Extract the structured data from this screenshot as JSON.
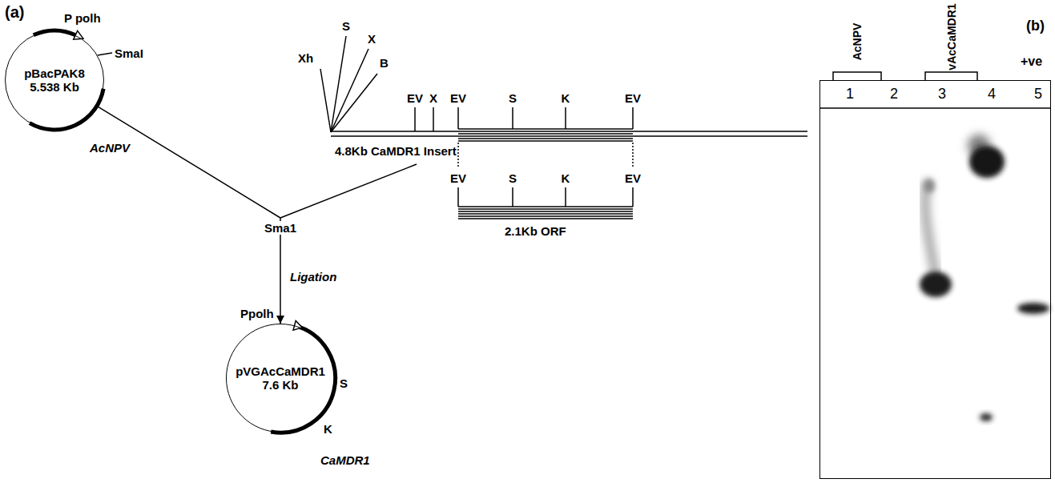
{
  "diagram": {
    "nodes": [
      {
        "text": [
          "pBacPAK8 5.538 Kb"
        ]
      },
      {
        "text": [
          "pVGAcCaMDR1 7.6 Kb"
        ]
      },
      {
        "text": [
          "1",
          "2",
          "3",
          "4",
          "5"
        ]
      }
    ],
    "edges": [
      {
        "from": 0,
        "to": 1,
        "arrow": "to",
        "label": "Ligation"
      }
    ],
    "labels": [
      "(a)",
      "P polh",
      "SmaI",
      "AcNPV",
      "Xh",
      "S",
      "X",
      "B",
      "EV",
      "X",
      "EV",
      "S",
      "K",
      "EV",
      "4.8Kb CaMDR1 Insert",
      "EV",
      "S",
      "K",
      "EV",
      "2.1Kb ORF",
      "Sma1",
      "Ppolh",
      "S",
      "K",
      "CaMDR1",
      "(b)",
      "AcNPV",
      "vAcCaMDR1",
      "+ve"
    ]
  }
}
